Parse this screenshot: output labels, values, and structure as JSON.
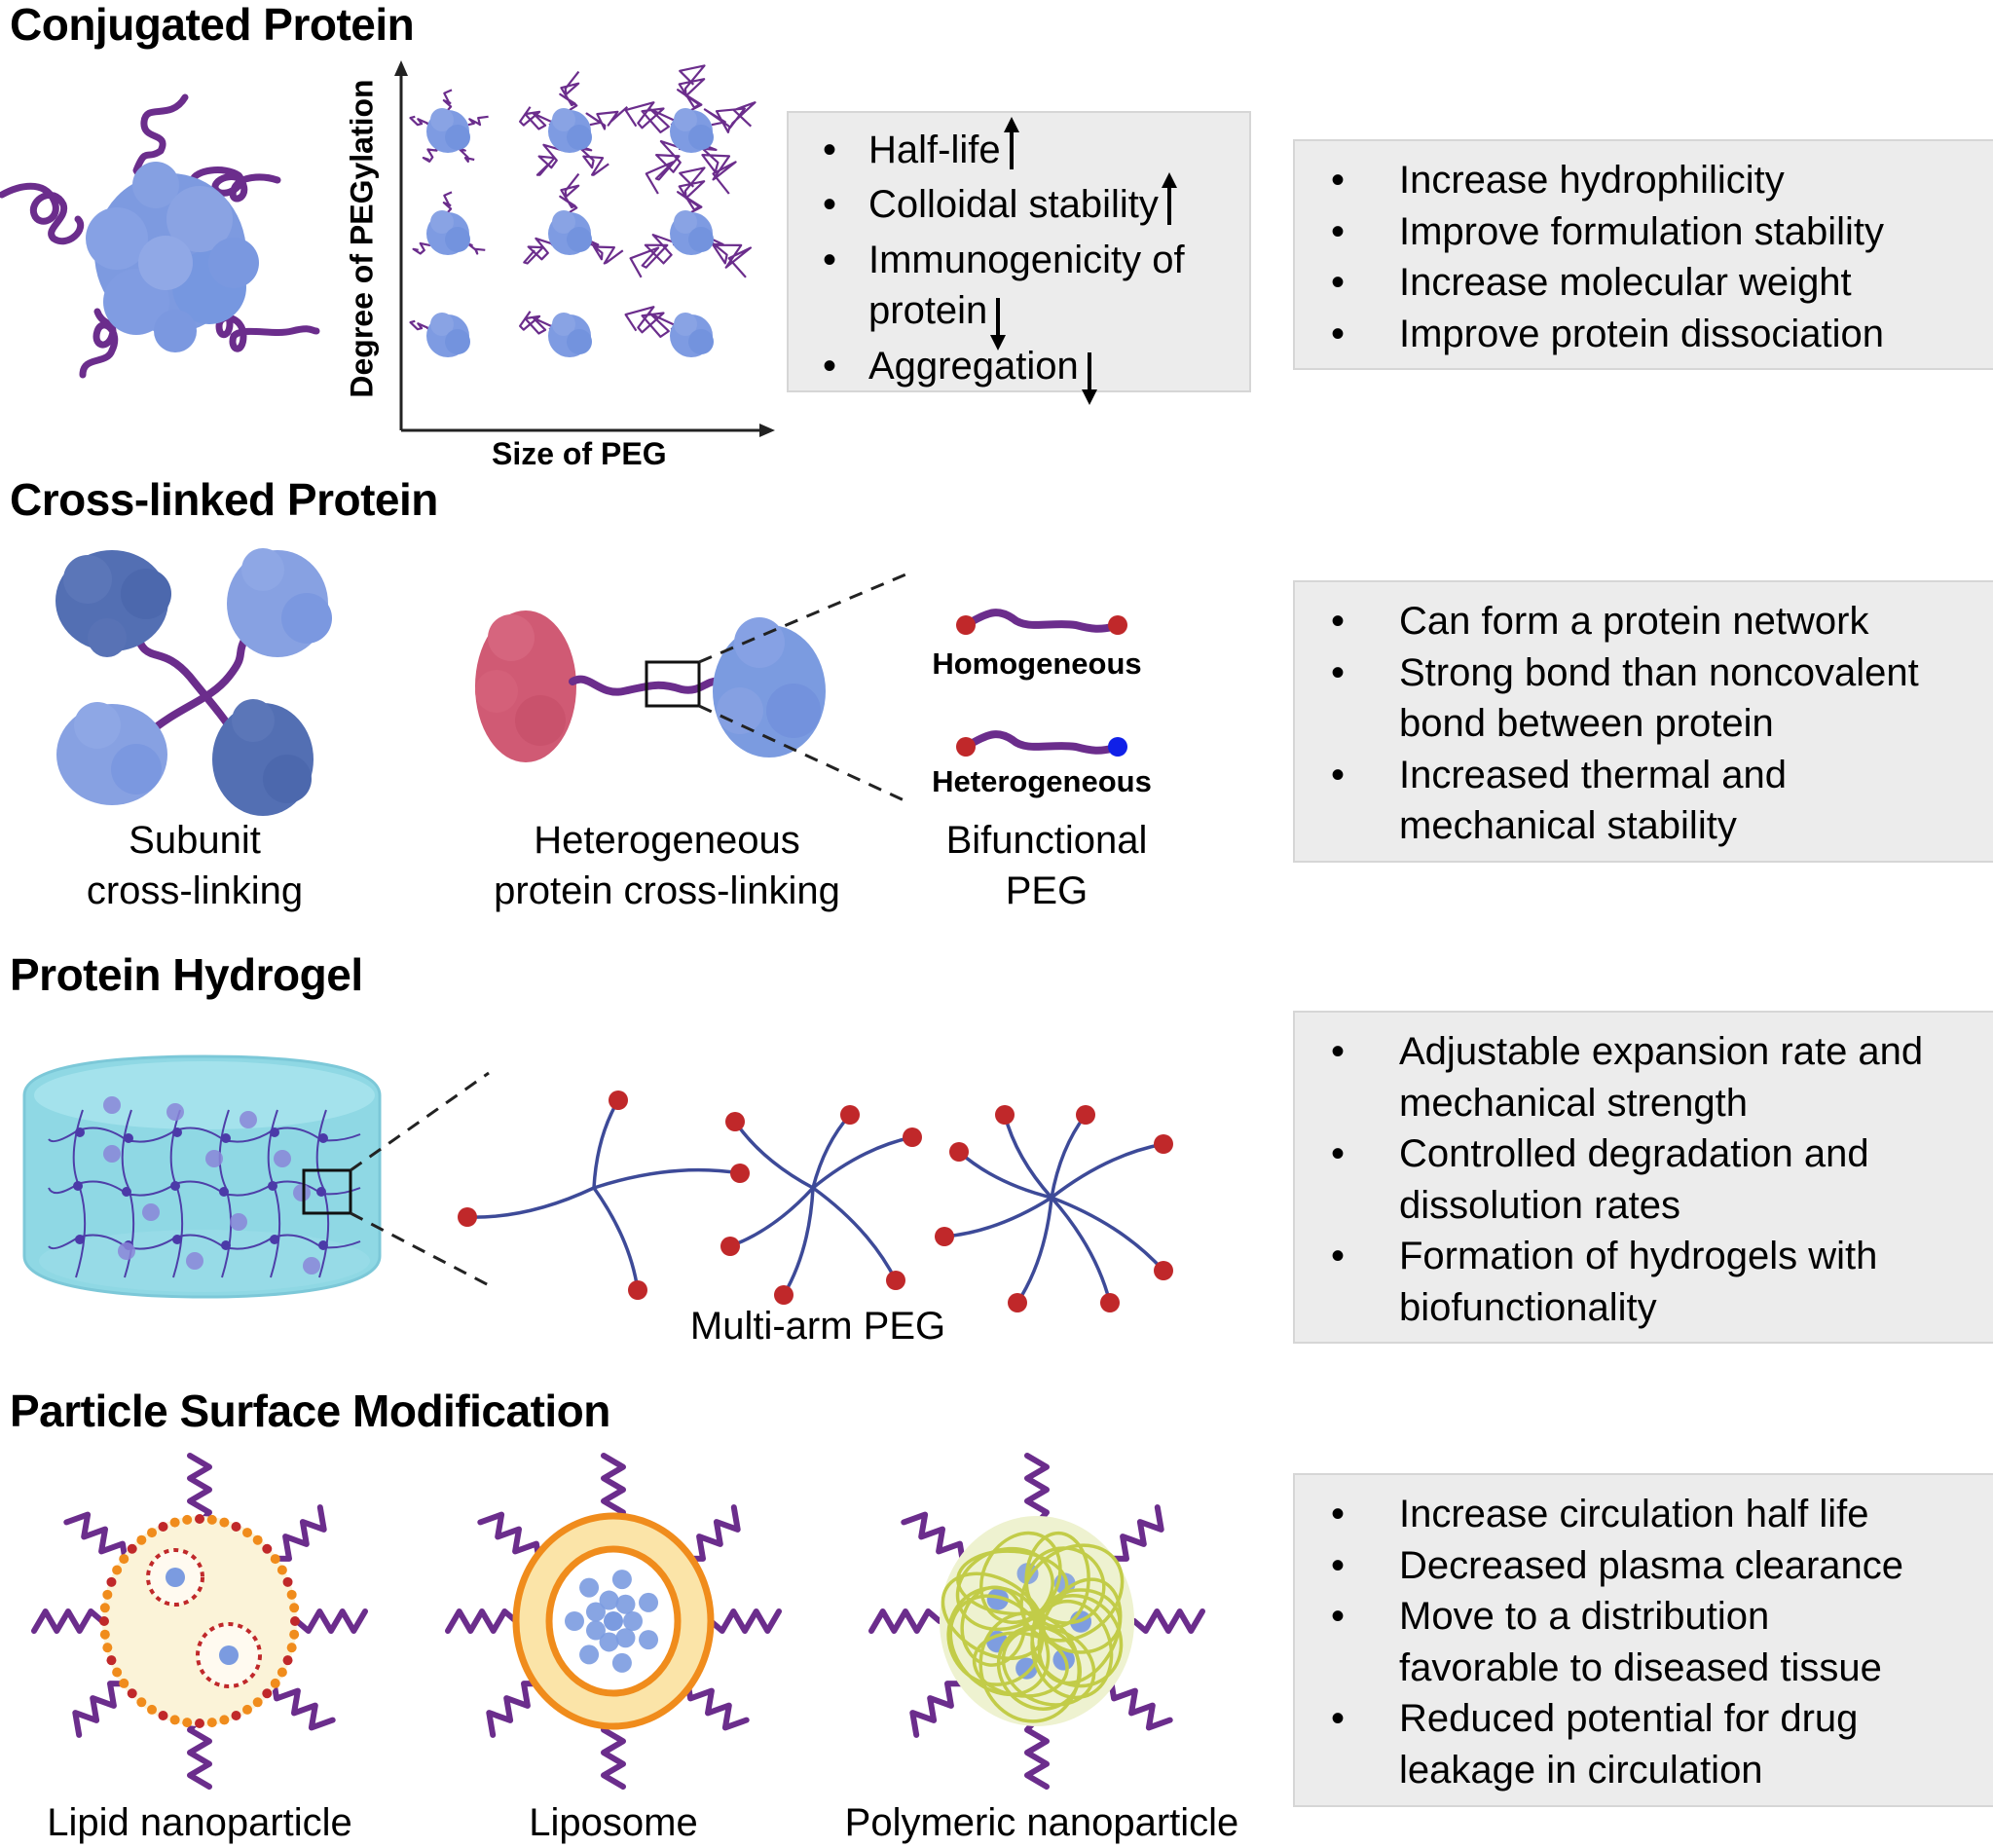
{
  "sections": {
    "conjugated": {
      "title": "Conjugated Protein",
      "y_axis_label": "Degree of PEGylation",
      "x_axis_label": "Size of PEG",
      "effects": [
        {
          "text": "Half-life",
          "trend": "up"
        },
        {
          "text": "Colloidal stability",
          "trend": "up"
        },
        {
          "text": "Immunogenicity of",
          "trend": ""
        },
        {
          "text": "protein",
          "trend": "down",
          "continuation": true
        },
        {
          "text": "Aggregation",
          "trend": "down"
        }
      ],
      "benefits": [
        "Increase hydrophilicity",
        "Improve formulation stability",
        "Increase molecular weight",
        "Improve protein dissociation"
      ]
    },
    "crosslinked": {
      "title": "Cross-linked Protein",
      "subunit_label_1": "Subunit",
      "subunit_label_2": "cross-linking",
      "hetero_label_1": "Heterogeneous",
      "hetero_label_2": "protein cross-linking",
      "homogeneous_label": "Homogeneous",
      "heterogeneous_label": "Heterogeneous",
      "bifunctional_label_1": "Bifunctional",
      "bifunctional_label_2": "PEG",
      "benefits": [
        {
          "lines": [
            "Can form a protein network"
          ]
        },
        {
          "lines": [
            "Strong bond than noncovalent",
            "bond between protein"
          ]
        },
        {
          "lines": [
            "Increased thermal and",
            "mechanical stability"
          ]
        }
      ]
    },
    "hydrogel": {
      "title": "Protein Hydrogel",
      "multiarm_label": "Multi-arm PEG",
      "benefits": [
        {
          "lines": [
            "Adjustable expansion rate and",
            "mechanical strength"
          ]
        },
        {
          "lines": [
            "Controlled degradation and",
            "dissolution rates"
          ]
        },
        {
          "lines": [
            "Formation of hydrogels with",
            "biofunctionality"
          ]
        }
      ]
    },
    "particle": {
      "title": "Particle Surface Modification",
      "labels": [
        "Lipid nanoparticle",
        "Liposome",
        "Polymeric nanoparticle"
      ],
      "benefits": [
        {
          "lines": [
            "Increase circulation half life"
          ]
        },
        {
          "lines": [
            "Decreased plasma clearance"
          ]
        },
        {
          "lines": [
            "Move to a distribution",
            "favorable to diseased tissue"
          ]
        },
        {
          "lines": [
            "Reduced potential for drug",
            "leakage in circulation"
          ]
        }
      ]
    }
  },
  "bullet_glyph": "•",
  "colors": {
    "peg_purple": "#6b2d8c",
    "protein_blue": "#7b9be0",
    "protein_dark_blue": "#4a64a8",
    "protein_red": "#d05a74",
    "end_group_red": "#c0282a",
    "end_group_blue": "#1020e8",
    "arm_blue": "#3d4a98",
    "hydrogel_cyan": "#8fd8e4",
    "box_gray": "#ececec",
    "lipid_orange": "#f08c1c",
    "polymer_green": "#c2cc48"
  }
}
